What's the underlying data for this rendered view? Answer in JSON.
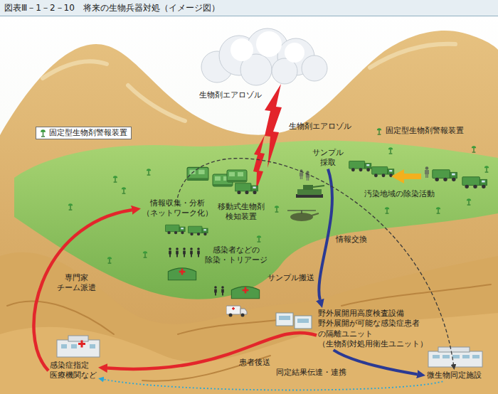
{
  "diagram": {
    "title": "図表Ⅲ－1－2－10　将来の生物兵器対処（イメージ図）",
    "nodes": [
      {
        "text": [
          "サンプル 採取"
        ]
      },
      {
        "text": [
          "情報収集・分析 （ネットワーク化）"
        ]
      },
      {
        "text": [
          "移動式生物剤 検知装置"
        ]
      },
      {
        "text": [
          "野外展開用高度検査設備",
          "野外展開が可能な感染症患者 の隔離ユニット （生物剤対処用衛生ユニット）"
        ]
      },
      {
        "text": [
          "感染症指定 医療機関など"
        ]
      },
      {
        "text": [
          "微生物同定施設"
        ]
      }
    ],
    "edges": [
      {
        "from": 4,
        "to": 1,
        "label": "専門家 チーム派遣",
        "arrow": "to"
      },
      {
        "from": 0,
        "to": 3,
        "label": "サンプル搬送",
        "arrow": "to"
      },
      {
        "from": 3,
        "to": 5,
        "arrow": "to"
      },
      {
        "from": 1,
        "to": 5,
        "label": "情報交換",
        "arrow": "to"
      },
      {
        "from": 3,
        "to": 4,
        "label": "患者後送",
        "arrow": "to"
      },
      {
        "from": 5,
        "to": 4,
        "label": "同定結果伝達・連携",
        "arrow": "to"
      }
    ],
    "labels": [
      "生物剤エアロゾル",
      "生物剤エアロゾル",
      "固定型生物剤警報装置",
      "汚染地域の除染活動",
      "感染者などの 除染・トリアージ"
    ],
    "legend": [
      {
        "text": "固定型生物剤警報装置"
      }
    ]
  }
}
